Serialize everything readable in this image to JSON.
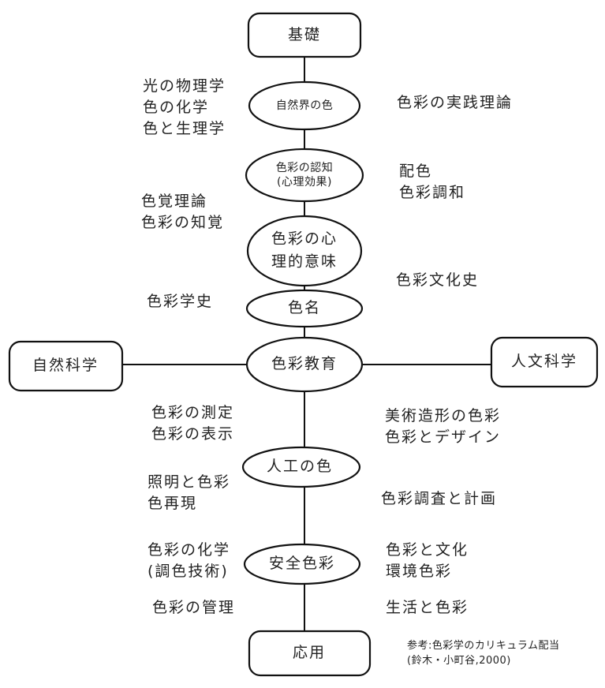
{
  "title": "色彩学のカリキュラム配当",
  "nodes": {
    "top": "基礎",
    "nature_color": "自然界の色",
    "cognition_line1": "色彩の認知",
    "cognition_line2": "(心理効果)",
    "psych_line1": "色彩の心",
    "psych_line2": "理的意味",
    "color_name": "色名",
    "center": "色彩教育",
    "left_box": "自然科学",
    "right_box": "人文科学",
    "artificial": "人工の色",
    "safety": "安全色彩",
    "bottom": "応用"
  },
  "left_labels": [
    [
      "光の物理学",
      "色の化学",
      "色と生理学"
    ],
    [
      "色覚理論",
      "色彩の知覚"
    ],
    [
      "色彩学史"
    ],
    [
      "色彩の測定",
      "色彩の表示"
    ],
    [
      "照明と色彩",
      "色再現"
    ],
    [
      "色彩の化学",
      "(調色技術)"
    ],
    [
      "色彩の管理"
    ]
  ],
  "right_labels": [
    [
      "色彩の実践理論"
    ],
    [
      "配色",
      "色彩調和"
    ],
    [
      "色彩文化史"
    ],
    [
      "美術造形の色彩",
      "色彩とデザイン"
    ],
    [
      "色彩調査と計画"
    ],
    [
      "色彩と文化",
      "環境色彩"
    ],
    [
      "生活と色彩"
    ]
  ],
  "reference": {
    "line1": "参考:色彩学のカリキュラム配当",
    "line2": "(鈴木・小町谷,2000)"
  }
}
